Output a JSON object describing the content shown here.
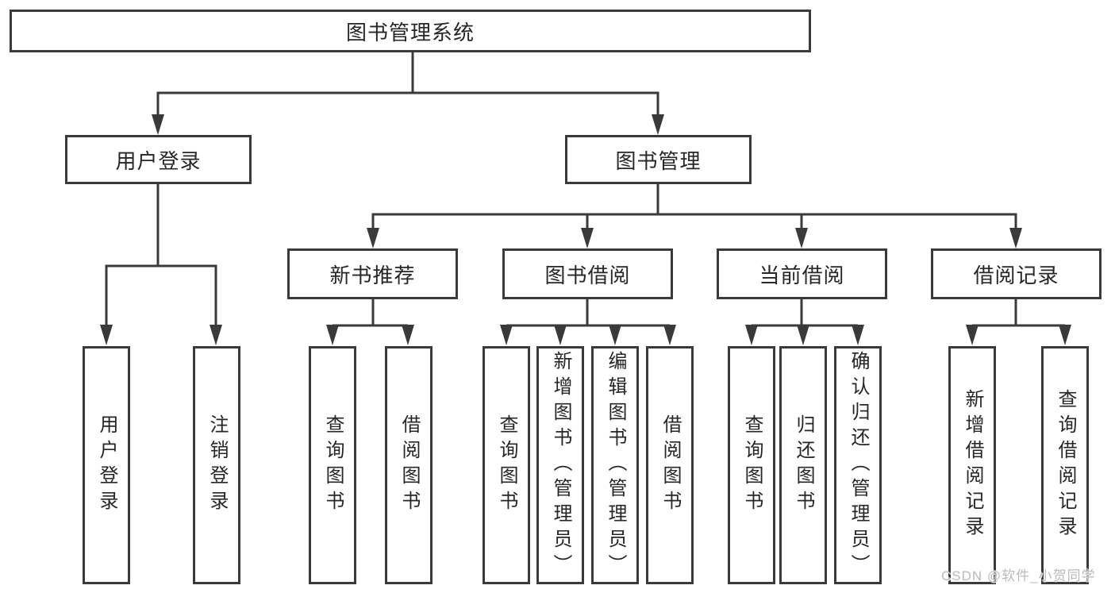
{
  "tree": {
    "root": "图书管理系统",
    "branches": [
      {
        "label": "用户登录",
        "children": [
          "用户登录",
          "注销登录"
        ]
      },
      {
        "label": "图书管理",
        "groups": [
          {
            "label": "新书推荐",
            "children": [
              "查询图书",
              "借阅图书"
            ]
          },
          {
            "label": "图书借阅",
            "children": [
              "查询图书",
              "新增图书（管理员）",
              "编辑图书（管理员）",
              "借阅图书"
            ]
          },
          {
            "label": "当前借阅",
            "children": [
              "查询图书",
              "归还图书",
              "确认归还（管理员）"
            ]
          },
          {
            "label": "借阅记录",
            "children": [
              "新增借阅记录",
              "查询借阅记录"
            ]
          }
        ]
      }
    ]
  },
  "watermark": "CSDN @软件_小贺同学",
  "colors": {
    "line": "#3a3a3a",
    "text": "#262626",
    "background": "#ffffff",
    "watermark": "#b9b9b9"
  }
}
